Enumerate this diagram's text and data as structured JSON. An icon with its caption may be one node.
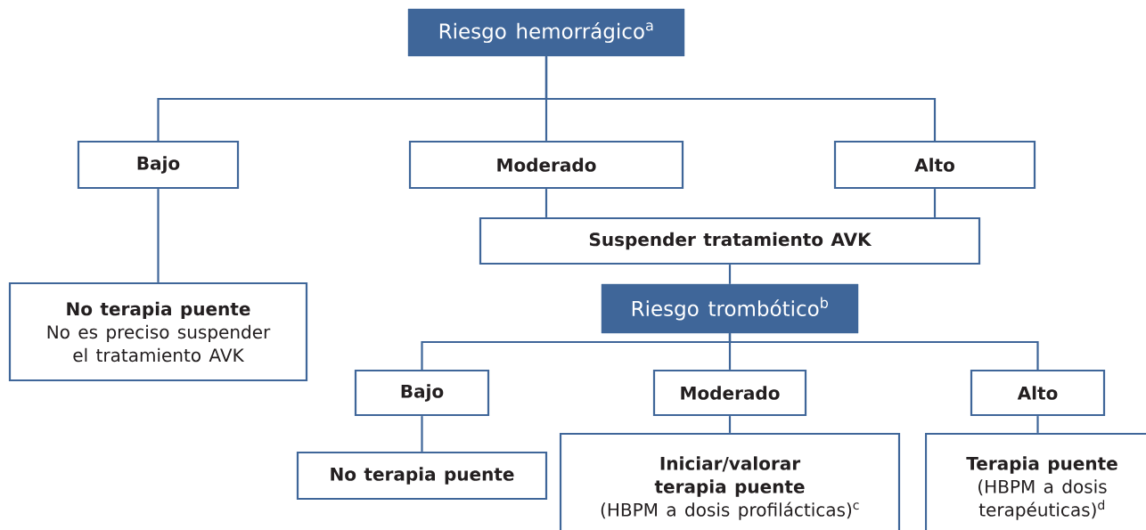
{
  "diagram": {
    "nodes": [
      {
        "text": [
          "Riesgo hemorrágico$^{a}$"
        ]
      },
      {
        "text": [
          "Bajo"
        ]
      },
      {
        "text": [
          "Moderado"
        ]
      },
      {
        "text": [
          "Alto"
        ]
      },
      {
        "text": [
          "Suspender tratamiento AVK"
        ]
      },
      {
        "text": [
          "No terapia puente",
          "No es preciso suspender el tratamiento AVK"
        ]
      },
      {
        "text": [
          "Riesgo trombótico$^{b}$"
        ]
      },
      {
        "text": [
          "Bajo"
        ]
      },
      {
        "text": [
          "Moderado"
        ]
      },
      {
        "text": [
          "Alto"
        ]
      },
      {
        "text": [
          "No terapia puente"
        ]
      },
      {
        "text": [
          "Iniciar/valorar terapia puente",
          "(HBPM a dosis profilácticas)$^{c}$"
        ]
      },
      {
        "text": [
          "Terapia puente",
          "(HBPM a dosis terapéuticas)$^{d}$"
        ]
      }
    ],
    "edges": [
      {
        "from": 0,
        "to": 1,
        "arrow": "none"
      },
      {
        "from": 0,
        "to": 2,
        "arrow": "none"
      },
      {
        "from": 0,
        "to": 3,
        "arrow": "none"
      },
      {
        "from": 1,
        "to": 5,
        "arrow": "none"
      },
      {
        "from": 2,
        "to": 4,
        "arrow": "none"
      },
      {
        "from": 3,
        "to": 4,
        "arrow": "none"
      },
      {
        "from": 4,
        "to": 6,
        "arrow": "none"
      },
      {
        "from": 6,
        "to": 7,
        "arrow": "none"
      },
      {
        "from": 6,
        "to": 8,
        "arrow": "none"
      },
      {
        "from": 6,
        "to": 9,
        "arrow": "none"
      },
      {
        "from": 7,
        "to": 10,
        "arrow": "none"
      },
      {
        "from": 8,
        "to": 11,
        "arrow": "none"
      },
      {
        "from": 9,
        "to": 12,
        "arrow": "none"
      }
    ]
  }
}
